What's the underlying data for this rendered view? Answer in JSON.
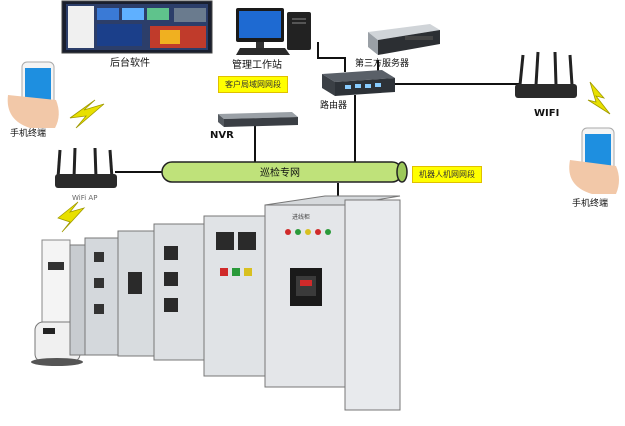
{
  "labels": {
    "backend_software": "后台软件",
    "workstation": "管理工作站",
    "third_party_server": "第三方服务器",
    "client_lan": "客户局域网网段",
    "router": "路由器",
    "nvr": "NVR",
    "inspection_network": "巡检专网",
    "robot_lan": "机器人机网网段",
    "wifi": "WIFI",
    "wifi_ap": "WiFi AP",
    "phone_left": "手机终端",
    "phone_right": "手机终端",
    "cabinet_header": "进线柜"
  },
  "colors": {
    "network_pipe": "#bfe27a",
    "tag_yellow": "#ffff00",
    "phone_screen": "#1e8fe0",
    "lightning": "#e8e000"
  }
}
